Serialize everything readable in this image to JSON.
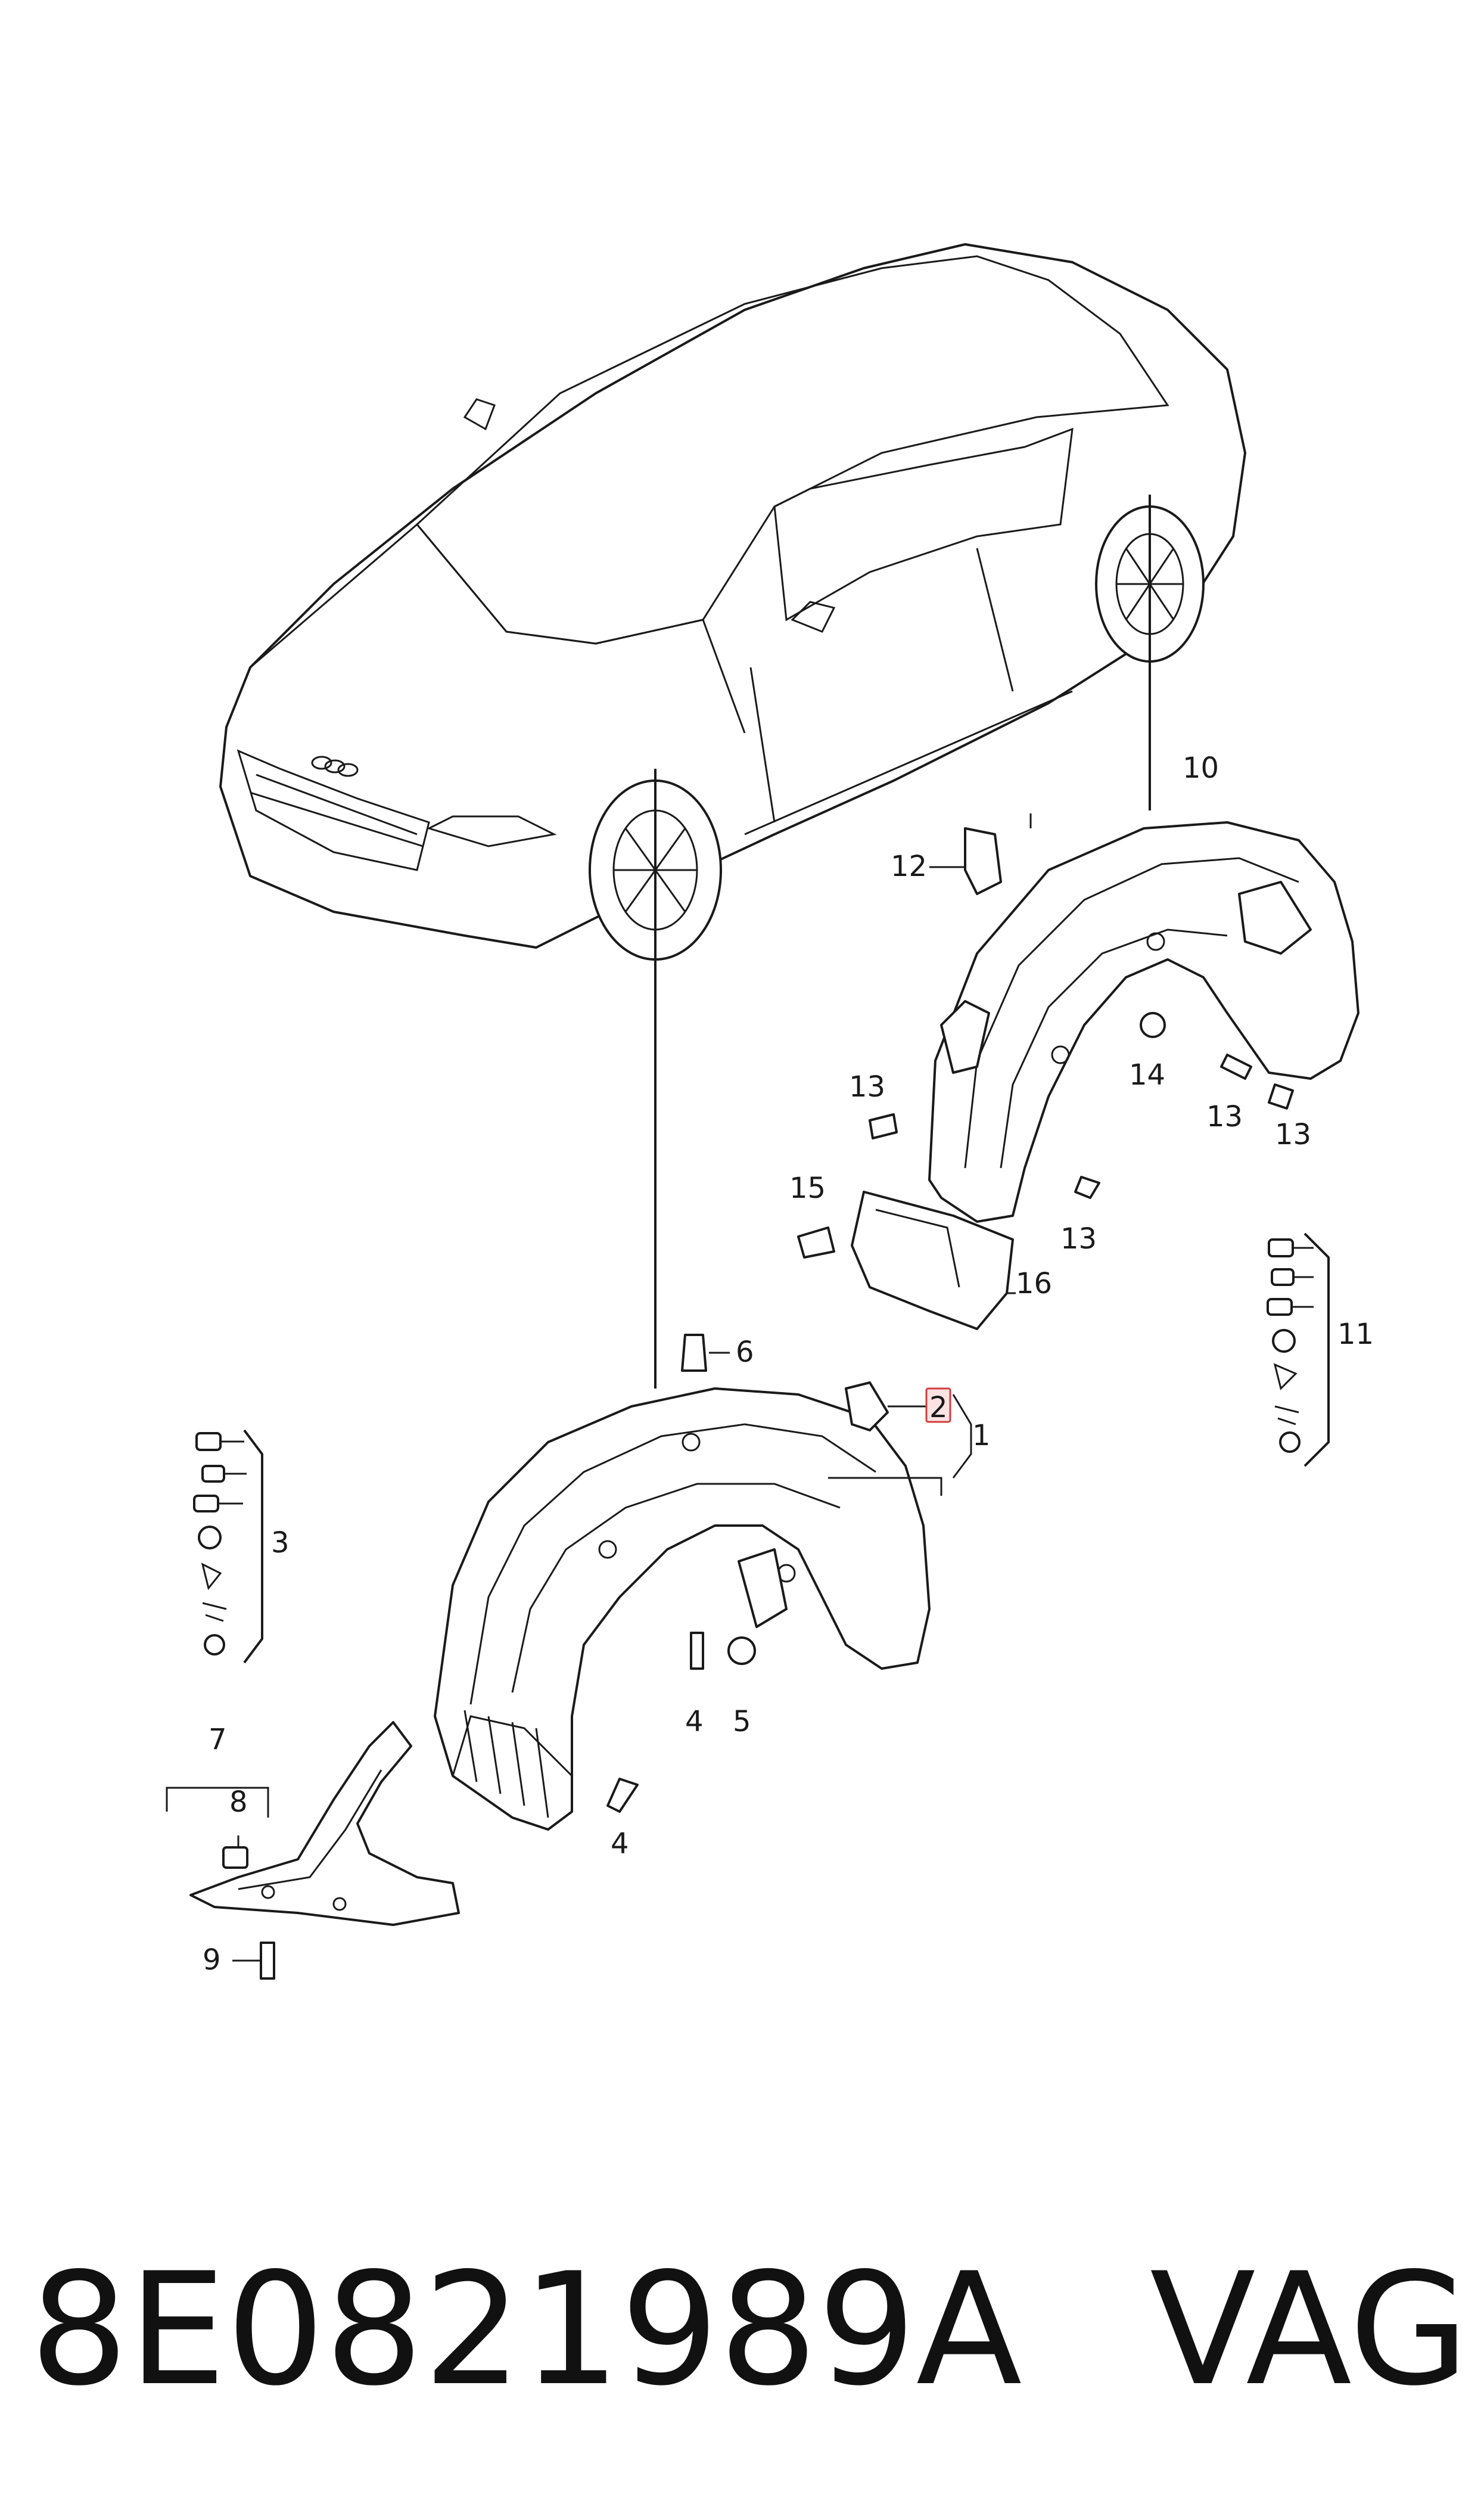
{
  "callouts": {
    "c1": "1",
    "c2": "2",
    "c3": "3",
    "c4a": "4",
    "c4b": "4",
    "c5": "5",
    "c6": "6",
    "c7": "7",
    "c8": "8",
    "c9": "9",
    "c10": "10",
    "c11": "11",
    "c12": "12",
    "c13a": "13",
    "c13b": "13",
    "c13c": "13",
    "c13d": "13",
    "c14": "14",
    "c15": "15",
    "c16": "16"
  },
  "highlighted_callout": "2",
  "footer": {
    "part_number": "8E0821989A",
    "brand": "VAG"
  },
  "colors": {
    "highlight_fill": "#fbe3e3",
    "highlight_stroke": "#d23c3c",
    "line": "#1a1a1a"
  }
}
